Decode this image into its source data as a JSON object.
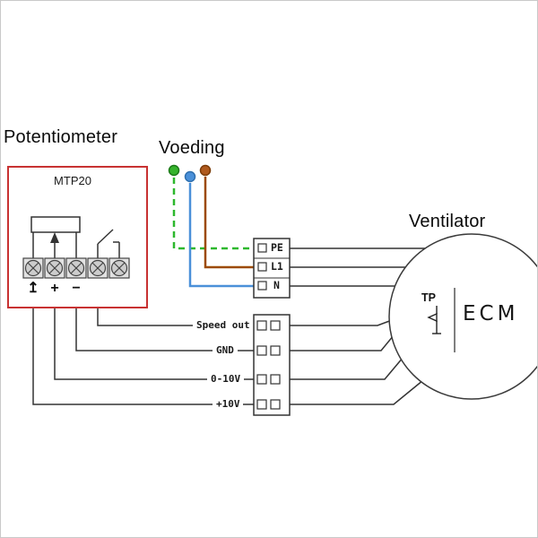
{
  "titles": {
    "potentiometer": "Potentiometer",
    "voeding": "Voeding",
    "ventilator": "Ventilator"
  },
  "potentiometer_box": {
    "model": "MTP20",
    "terminal_symbols": [
      "↥",
      "+",
      "−"
    ]
  },
  "power_block": {
    "terminals": [
      "PE",
      "L1",
      "N"
    ]
  },
  "signal_block": {
    "terminals": [
      "Speed out",
      "GND",
      "0-10V",
      "+10V"
    ]
  },
  "motor": {
    "thermal_label": "TP",
    "motor_type": "ECM"
  },
  "colors": {
    "pe_wire_green": "#2db82d",
    "l1_wire_brown": "#9c4a00",
    "n_wire_blue": "#4a90d9",
    "potentiometer_box_border": "#c83232",
    "signal_wire_black": "#333333"
  }
}
